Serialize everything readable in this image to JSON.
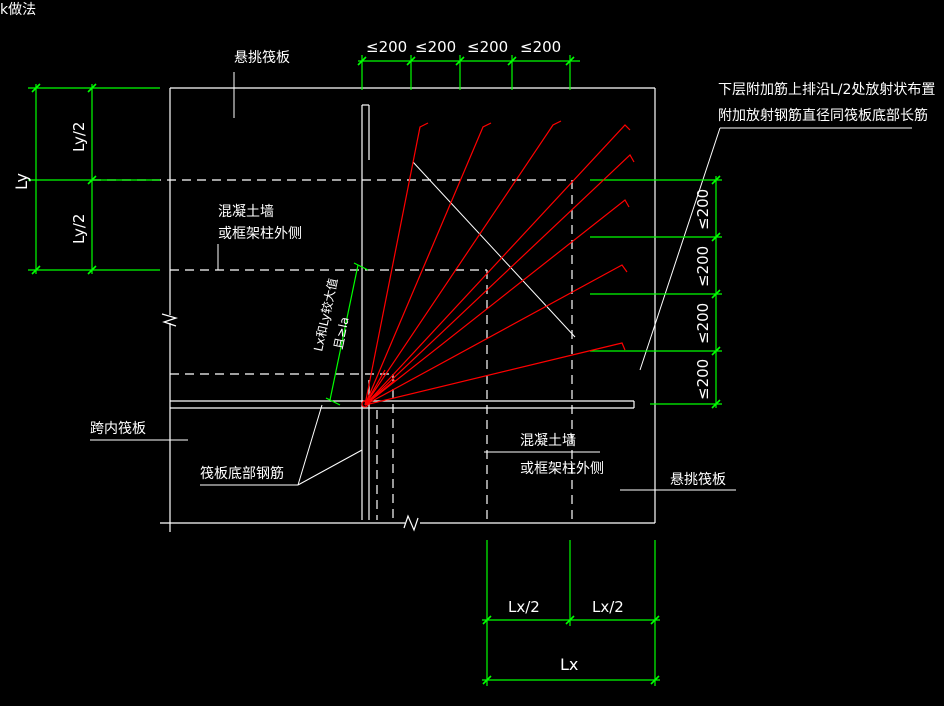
{
  "header_text": "k做法",
  "labels": {
    "cantilever_top": "悬挑筏板",
    "cantilever_right": "悬挑筏板",
    "wall_top_line1": "混凝土墙",
    "wall_top_line2": "或框架柱外侧",
    "wall_right_line1": "混凝土墙",
    "wall_right_line2": "或框架柱外侧",
    "inner_raft": "跨内筏板",
    "bottom_rebar": "筏板底部钢筋",
    "note_line1": "下层附加筋上排沿L/2处放射状布置",
    "note_line2": "附加放射钢筋直径同筏板底部长筋",
    "anchor_line1": "Lx和Ly较大值",
    "anchor_line2": "且≥la"
  },
  "dimensions": {
    "top_spacing": [
      "≤200",
      "≤200",
      "≤200",
      "≤200"
    ],
    "right_spacing": [
      "≤200",
      "≤200",
      "≤200",
      "≤200"
    ],
    "ly": "Ly",
    "ly_half_upper": "Ly/2",
    "ly_half_lower": "Ly/2",
    "lx": "Lx",
    "lx_half_left": "Lx/2",
    "lx_half_right": "Lx/2"
  },
  "colors": {
    "background": "#000000",
    "lines": "#ffffff",
    "dimensions": "#00ff00",
    "radial_rebar": "#ff0000"
  }
}
